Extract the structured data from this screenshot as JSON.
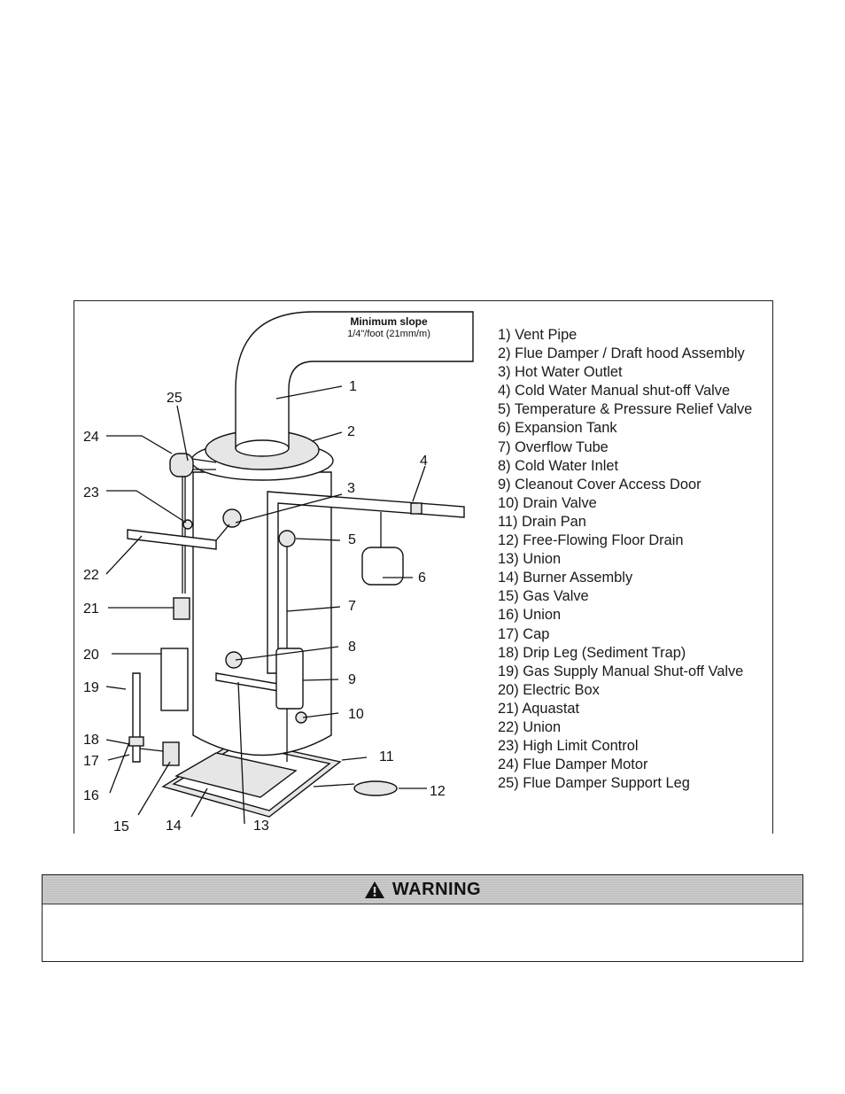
{
  "diagram": {
    "slope_note": {
      "title": "Minimum slope",
      "subtitle": "1/4\"/foot (21mm/m)"
    },
    "callout_numbers": [
      "1",
      "2",
      "3",
      "4",
      "5",
      "6",
      "7",
      "8",
      "9",
      "10",
      "11",
      "12",
      "13",
      "14",
      "15",
      "16",
      "17",
      "18",
      "19",
      "20",
      "21",
      "22",
      "23",
      "24",
      "25"
    ],
    "legend": [
      "1) Vent Pipe",
      "2) Flue Damper / Draft hood Assembly",
      "3) Hot Water Outlet",
      "4) Cold Water Manual shut-off Valve",
      "5) Temperature & Pressure Relief Valve",
      "6) Expansion Tank",
      "7) Overflow Tube",
      "8) Cold Water Inlet",
      "9) Cleanout Cover Access Door",
      "10) Drain Valve",
      "11) Drain Pan",
      "12) Free-Flowing Floor Drain",
      "13) Union",
      "14) Burner Assembly",
      "15) Gas Valve",
      "16) Union",
      "17) Cap",
      "18) Drip Leg (Sediment Trap)",
      "19) Gas Supply Manual Shut-off Valve",
      "20) Electric Box",
      "21) Aquastat",
      "22) Union",
      "23) High Limit Control",
      "24) Flue Damper Motor",
      "25) Flue Damper Support Leg"
    ]
  },
  "warning": {
    "icon": "warning-triangle-icon",
    "title": "WARNING"
  }
}
